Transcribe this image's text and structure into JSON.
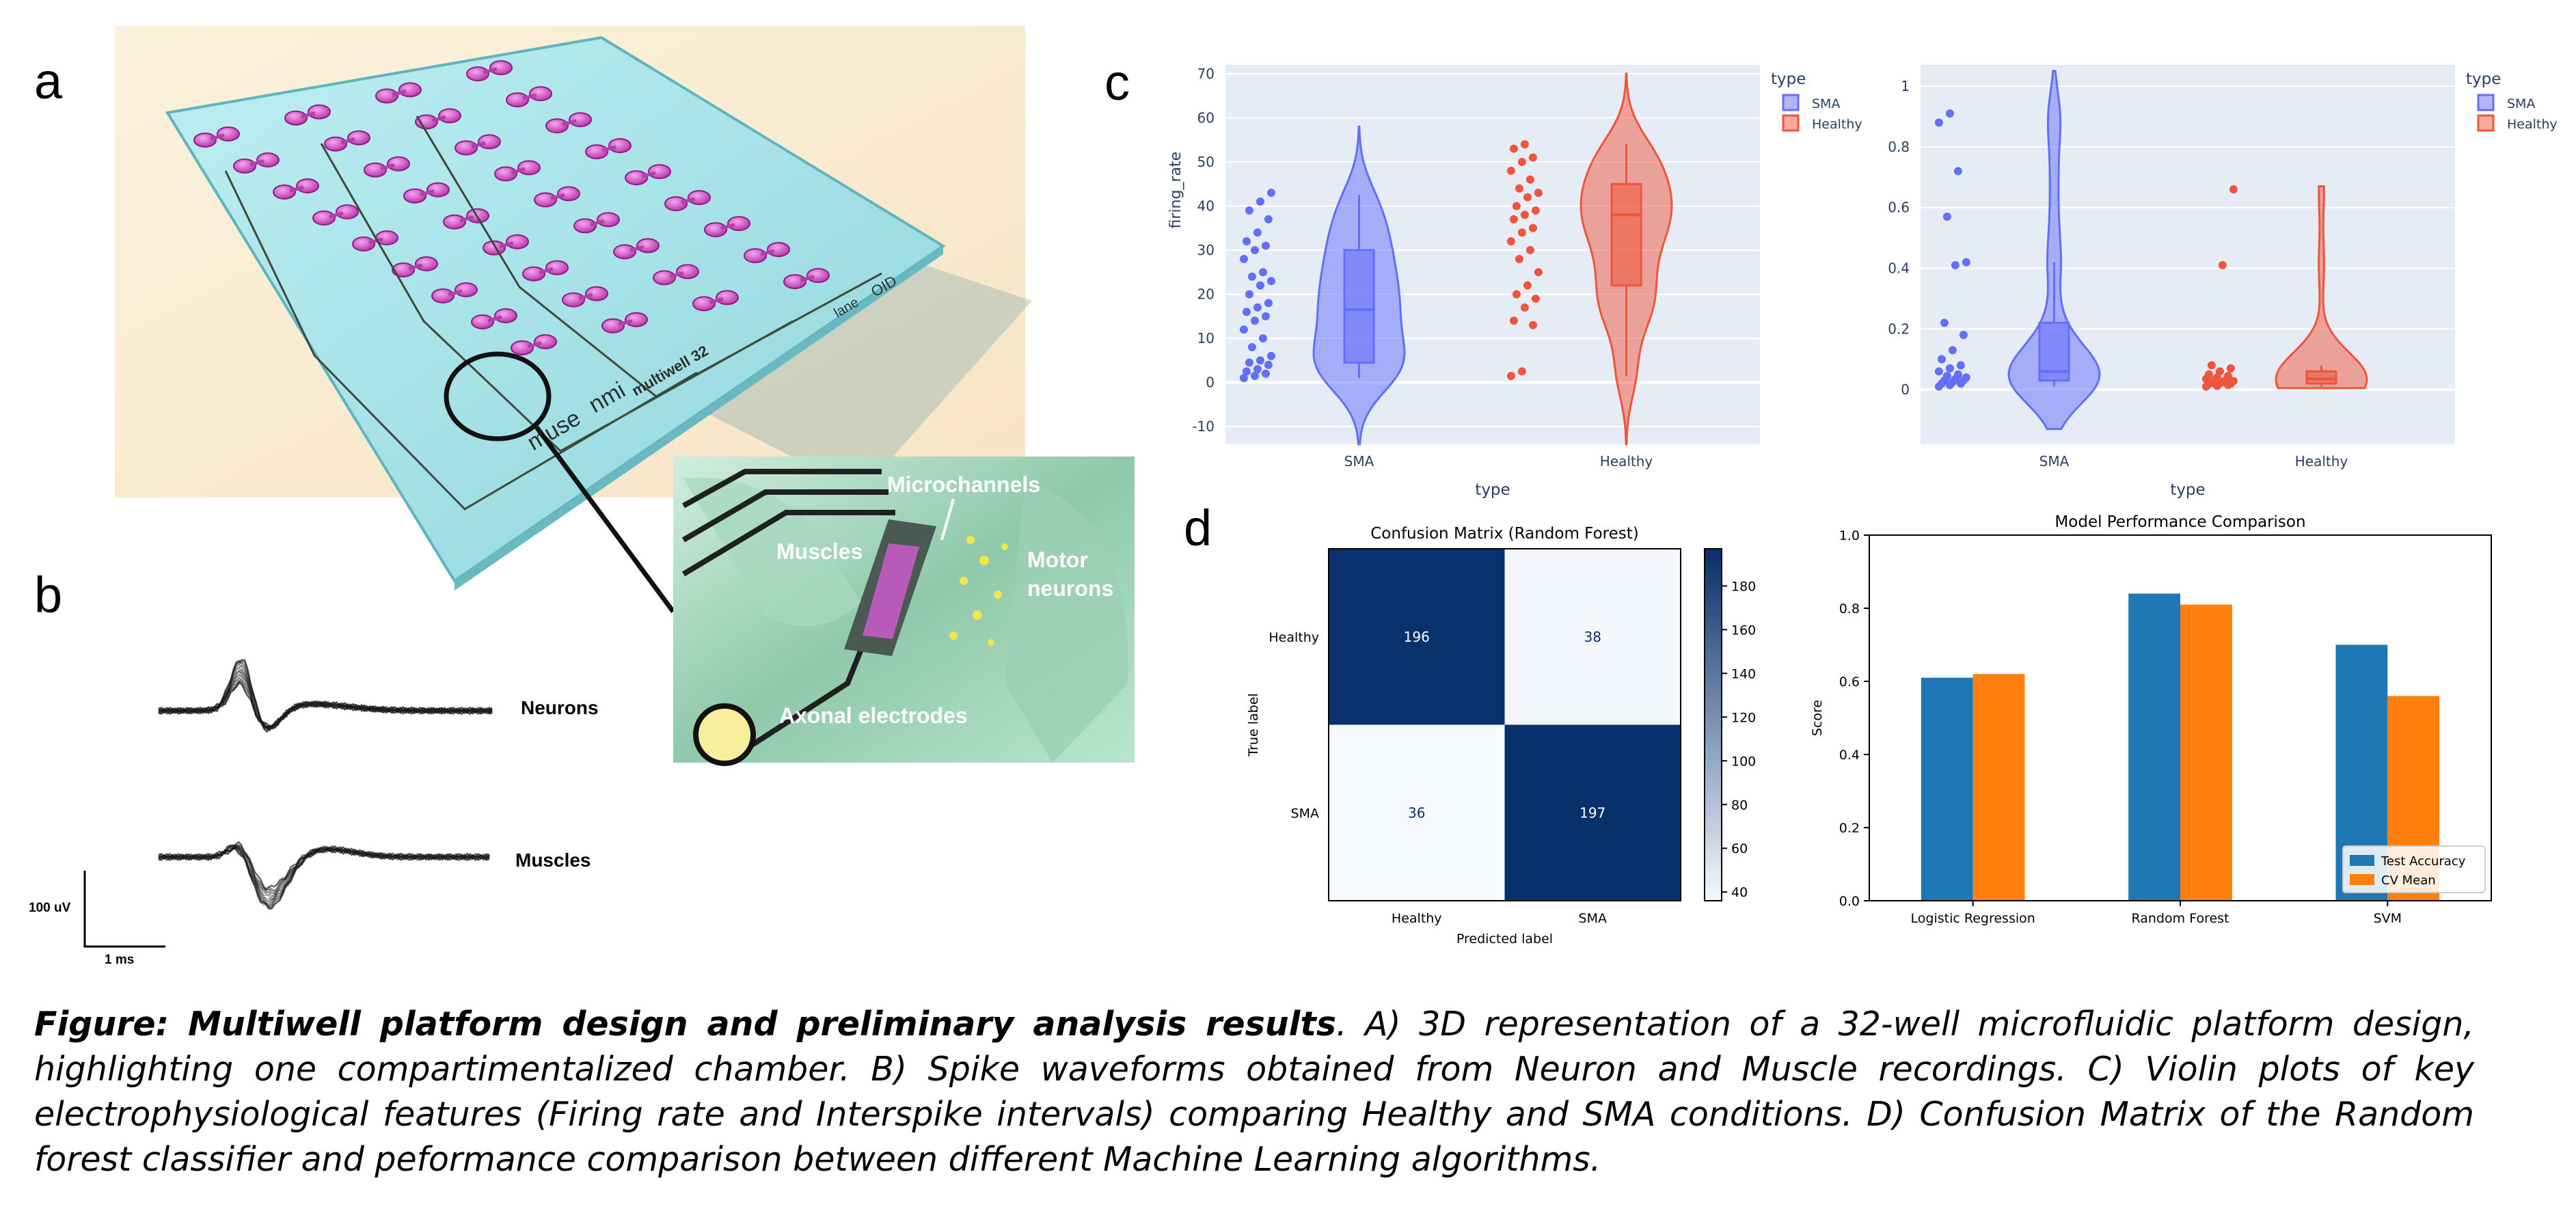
{
  "panels": {
    "a": "a",
    "b": "b",
    "c": "c",
    "d": "d"
  },
  "device": {
    "labels": [
      "muse",
      "nmi",
      "multiwell 32",
      "lane",
      "OID"
    ],
    "inset_labels": {
      "microchannels": "Microchannels",
      "muscles": "Muscles",
      "motor_neurons_1": "Motor",
      "motor_neurons_2": "neurons",
      "axonal_electrodes": "Axonal electrodes"
    }
  },
  "waveforms": {
    "neurons_label": "Neurons",
    "muscles_label": "Muscles",
    "scale_y": "100 uV",
    "scale_x": "1 ms"
  },
  "chart_data": [
    {
      "type": "violin",
      "title": "",
      "xlabel": "type",
      "ylabel": "firing_rate",
      "categories": [
        "SMA",
        "Healthy"
      ],
      "ylim": [
        -14,
        72
      ],
      "yticks": [
        -10,
        0,
        10,
        20,
        30,
        40,
        50,
        60,
        70
      ],
      "legend": {
        "title": "type",
        "entries": [
          "SMA",
          "Healthy"
        ],
        "placement": "right"
      },
      "series": [
        {
          "name": "SMA",
          "color": "#636efa",
          "box": {
            "q1": 4.5,
            "median": 16.5,
            "q3": 30,
            "lower": 1,
            "upper": 42.5
          },
          "violin_range": [
            -14,
            58
          ],
          "points": [
            1,
            1.5,
            2,
            2.5,
            3,
            4,
            4.5,
            5,
            6,
            8,
            10,
            12,
            14,
            15,
            16,
            17,
            18,
            20,
            22,
            23,
            24,
            25,
            28,
            30,
            31,
            32,
            34,
            37,
            39,
            41,
            43
          ]
        },
        {
          "name": "Healthy",
          "color": "#ef553b",
          "box": {
            "q1": 22,
            "median": 38,
            "q3": 45,
            "lower": 1.5,
            "upper": 54
          },
          "violin_range": [
            -14,
            70
          ],
          "points": [
            1.5,
            2.5,
            13,
            14,
            17,
            19,
            20,
            22,
            25,
            28,
            30,
            32,
            34,
            35,
            37,
            38,
            39,
            40,
            42,
            43,
            44,
            46,
            48,
            50,
            51,
            53,
            54
          ]
        }
      ]
    },
    {
      "type": "violin",
      "title": "",
      "xlabel": "type",
      "ylabel": "",
      "categories": [
        "SMA",
        "Healthy"
      ],
      "ylim": [
        -0.18,
        1.07
      ],
      "yticks": [
        0,
        0.2,
        0.4,
        0.6,
        0.8,
        1
      ],
      "legend": {
        "title": "type",
        "entries": [
          "SMA",
          "Healthy"
        ],
        "placement": "right"
      },
      "series": [
        {
          "name": "SMA",
          "color": "#636efa",
          "box": {
            "q1": 0.03,
            "median": 0.06,
            "q3": 0.22,
            "lower": 0.01,
            "upper": 0.42
          },
          "violin_range": [
            -0.13,
            1.05
          ],
          "points": [
            0.01,
            0.015,
            0.02,
            0.02,
            0.025,
            0.03,
            0.03,
            0.035,
            0.04,
            0.045,
            0.05,
            0.06,
            0.07,
            0.08,
            0.1,
            0.13,
            0.18,
            0.22,
            0.41,
            0.42,
            0.57,
            0.72,
            0.88,
            0.91
          ]
        },
        {
          "name": "Healthy",
          "color": "#ef553b",
          "box": {
            "q1": 0.02,
            "median": 0.035,
            "q3": 0.06,
            "lower": 0.01,
            "upper": 0.08
          },
          "violin_range": [
            0.005,
            0.67
          ],
          "points": [
            0.01,
            0.012,
            0.015,
            0.018,
            0.02,
            0.02,
            0.022,
            0.025,
            0.028,
            0.03,
            0.03,
            0.035,
            0.04,
            0.045,
            0.05,
            0.06,
            0.07,
            0.08,
            0.41,
            0.66
          ]
        }
      ]
    },
    {
      "type": "heatmap",
      "title": "Confusion Matrix (Random Forest)",
      "xlabel": "Predicted label",
      "ylabel": "True label",
      "x_categories": [
        "Healthy",
        "SMA"
      ],
      "y_categories": [
        "Healthy",
        "SMA"
      ],
      "values": [
        [
          196,
          38
        ],
        [
          36,
          197
        ]
      ],
      "colorbar": {
        "min": 36,
        "max": 197,
        "ticks": [
          40,
          60,
          80,
          100,
          120,
          140,
          160,
          180
        ]
      }
    },
    {
      "type": "bar",
      "title": "Model Performance Comparison",
      "xlabel": "",
      "ylabel": "Score",
      "categories": [
        "Logistic Regression",
        "Random Forest",
        "SVM"
      ],
      "ylim": [
        0,
        1.0
      ],
      "yticks": [
        "0.0",
        "0.2",
        "0.4",
        "0.6",
        "0.8",
        "1.0"
      ],
      "legend": {
        "placement": "lower-right"
      },
      "series": [
        {
          "name": "Test Accuracy",
          "color": "#1f77b4",
          "values": [
            0.61,
            0.84,
            0.7
          ]
        },
        {
          "name": "CV Mean",
          "color": "#ff7f0e",
          "values": [
            0.62,
            0.81,
            0.56
          ]
        }
      ]
    }
  ],
  "caption": {
    "bold": "Figure: Multiwell platform design and preliminary analysis results",
    "text": ". A) 3D representation of a 32-well microfluidic platform design, highlighting one compartimentalized chamber. B) Spike waveforms obtained from Neuron and Muscle recordings. C) Violin plots of key electrophysiological features (Firing rate and Interspike intervals) comparing Healthy and SMA conditions. D) Confusion Matrix of the Random forest classifier and peformance comparison between different Machine Learning algorithms."
  }
}
